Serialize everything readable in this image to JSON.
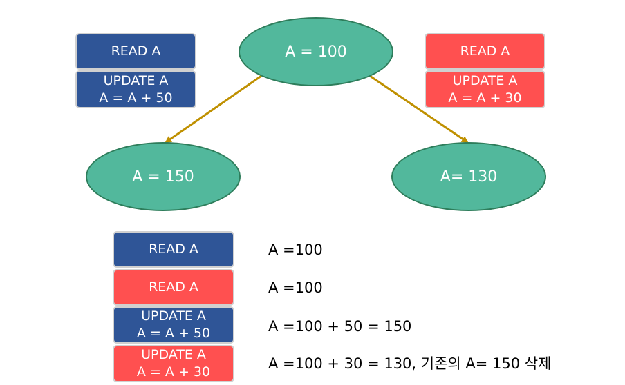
{
  "diagram": {
    "root": {
      "label": "A = 100"
    },
    "left_child": {
      "label": "A = 150"
    },
    "right_child": {
      "label": "A= 130"
    },
    "left_tx": {
      "read": "READ A",
      "update_line1": "UPDATE A",
      "update_line2": "A = A + 50"
    },
    "right_tx": {
      "read": "READ A",
      "update_line1": "UPDATE A",
      "update_line2": "A = A + 30"
    },
    "timeline": [
      {
        "line1": "READ A",
        "line2": "",
        "color": "blue",
        "note": "A =100"
      },
      {
        "line1": "READ A",
        "line2": "",
        "color": "red",
        "note": "A =100"
      },
      {
        "line1": "UPDATE A",
        "line2": "A = A + 50",
        "color": "blue",
        "note": "A =100 + 50 = 150"
      },
      {
        "line1": "UPDATE A",
        "line2": "A = A + 30",
        "color": "red",
        "note": "A =100 + 30 = 130, 기존의 A= 150 삭제"
      }
    ],
    "colors": {
      "blue": "#2f5597",
      "red": "#ff5050",
      "node": "#52b89c",
      "arrow": "#bf9000"
    }
  }
}
